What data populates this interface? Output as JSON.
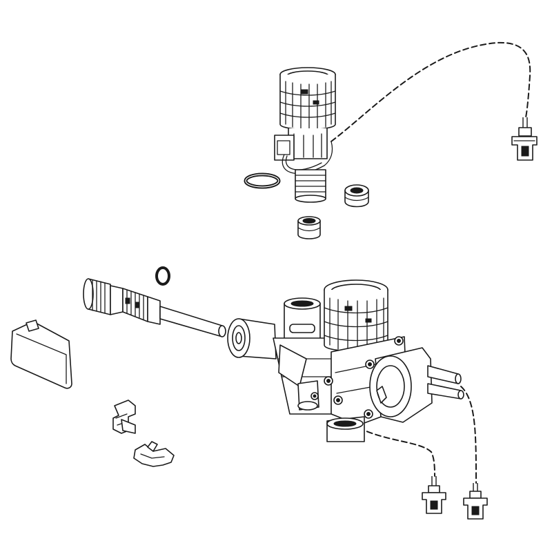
{
  "diagram": {
    "kind": "exploded-parts-drawing",
    "line_color": "#1a1a1a",
    "background": "#ffffff",
    "parts": [
      "upper-valve-body",
      "upper-o-ring",
      "upper-seal-ring",
      "upper-sleeve-bushing",
      "upper-sensor-connector",
      "piston-rod-assembly",
      "small-o-ring",
      "end-cap-cover",
      "retaining-clip-upper",
      "retaining-clip-lower",
      "main-valve-body",
      "lower-sensor-connector-left",
      "lower-sensor-connector-right"
    ]
  }
}
